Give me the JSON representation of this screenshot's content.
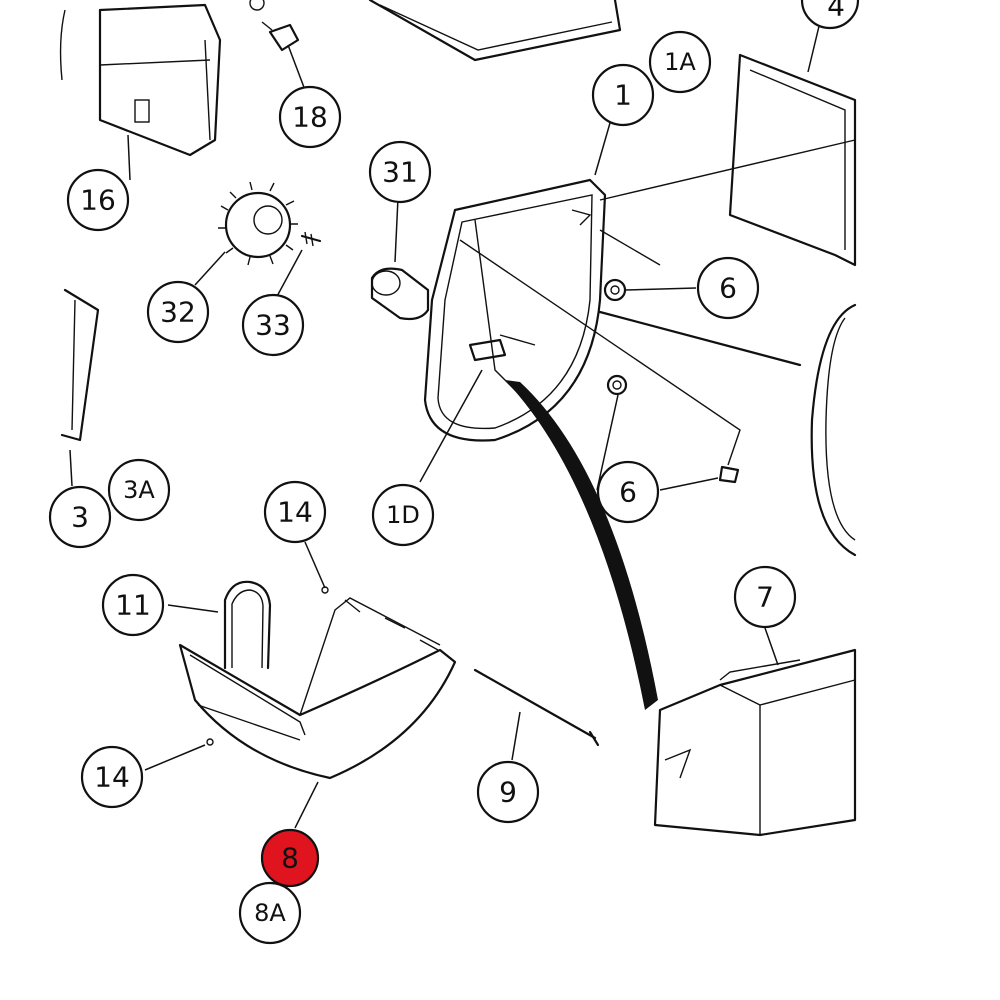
{
  "diagram": {
    "highlight_color": "#e0141e",
    "callouts": [
      {
        "id": "c-16",
        "label": "16"
      },
      {
        "id": "c-18",
        "label": "18"
      },
      {
        "id": "c-31",
        "label": "31"
      },
      {
        "id": "c-32",
        "label": "32"
      },
      {
        "id": "c-33",
        "label": "33"
      },
      {
        "id": "c-1",
        "label": "1"
      },
      {
        "id": "c-1a",
        "label": "1A"
      },
      {
        "id": "c-4",
        "label": "4"
      },
      {
        "id": "c-6a",
        "label": "6"
      },
      {
        "id": "c-6b",
        "label": "6"
      },
      {
        "id": "c-1d",
        "label": "1D"
      },
      {
        "id": "c-3",
        "label": "3"
      },
      {
        "id": "c-3a",
        "label": "3A"
      },
      {
        "id": "c-14a",
        "label": "14"
      },
      {
        "id": "c-11",
        "label": "11"
      },
      {
        "id": "c-14b",
        "label": "14"
      },
      {
        "id": "c-7",
        "label": "7"
      },
      {
        "id": "c-9",
        "label": "9"
      },
      {
        "id": "c-8",
        "label": "8",
        "highlighted": true
      },
      {
        "id": "c-8a",
        "label": "8A"
      }
    ]
  }
}
